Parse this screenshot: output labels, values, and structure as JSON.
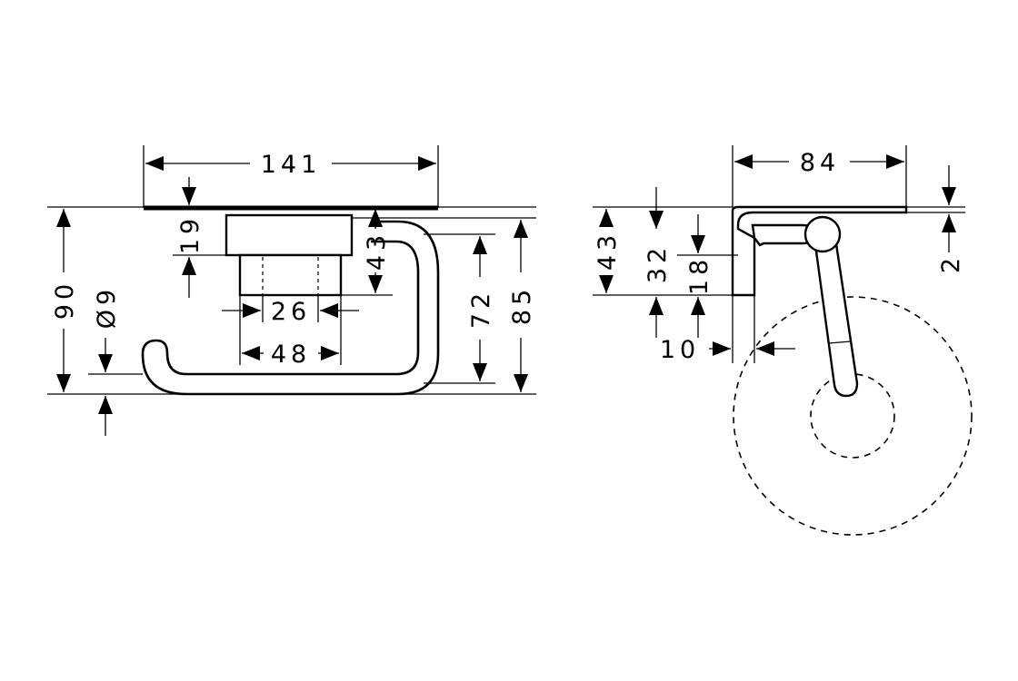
{
  "front_view": {
    "width_141": "141",
    "height_90": "90",
    "diameter_9": "Ø9",
    "height_19": "19",
    "height_43": "43",
    "width_26": "26",
    "width_48": "48",
    "height_72": "72",
    "height_85": "85"
  },
  "side_view": {
    "depth_84": "84",
    "height_43": "43",
    "height_32": "32",
    "height_18": "18",
    "offset_10": "10",
    "thickness_2": "2"
  }
}
